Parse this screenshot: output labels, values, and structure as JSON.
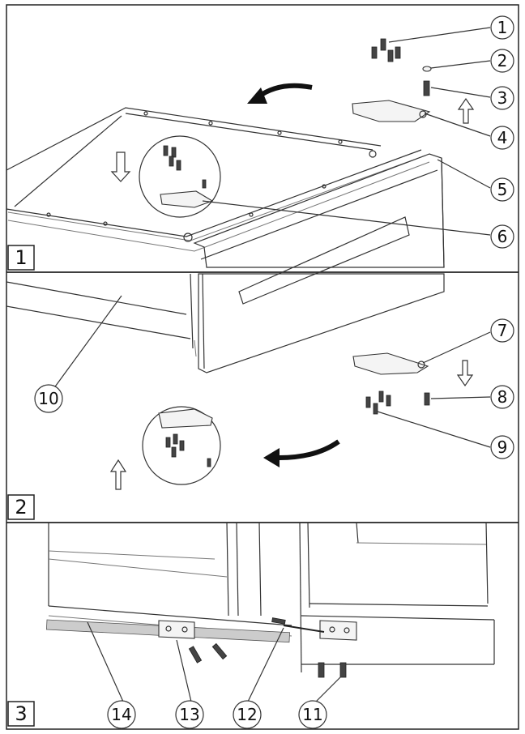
{
  "panels": [
    {
      "step": "1",
      "callouts": [
        "1",
        "2",
        "3",
        "4",
        "5",
        "6"
      ]
    },
    {
      "step": "2",
      "callouts": [
        "7",
        "8",
        "9",
        "10"
      ]
    },
    {
      "step": "3",
      "callouts": [
        "11",
        "12",
        "13",
        "14"
      ]
    }
  ],
  "labels": {
    "c1": "1",
    "c2": "2",
    "c3": "3",
    "c4": "4",
    "c5": "5",
    "c6": "6",
    "c7": "7",
    "c8": "8",
    "c9": "9",
    "c10": "10",
    "c11": "11",
    "c12": "12",
    "c13": "13",
    "c14": "14"
  },
  "steps": {
    "s1": "1",
    "s2": "2",
    "s3": "3"
  }
}
